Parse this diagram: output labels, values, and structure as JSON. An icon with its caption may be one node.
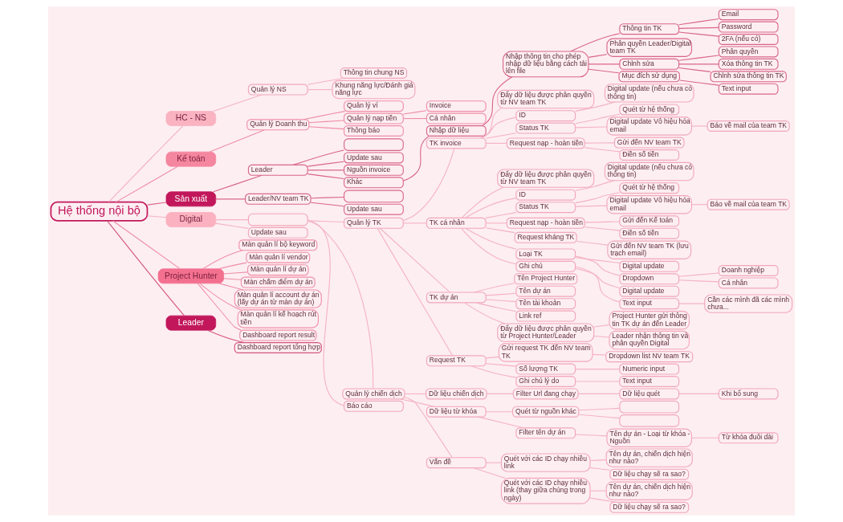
{
  "diagram": {
    "nodes": [
      {
        "text": [
          "Hệ thống nội bộ"
        ]
      },
      {
        "text": [
          "HC - NS"
        ]
      },
      {
        "text": [
          "Quản lý NS"
        ]
      },
      {
        "text": [
          "Thông tin chung NS"
        ]
      },
      {
        "text": [
          "Khung năng lực/Đánh giá năng lực"
        ]
      },
      {
        "text": [
          "Kế toán"
        ]
      },
      {
        "text": [
          "Quản lý Doanh thu"
        ]
      },
      {
        "text": [
          "Quản lý ví"
        ]
      },
      {
        "text": [
          "Quản lý nạp tiền"
        ]
      },
      {
        "text": [
          "Invoice"
        ]
      },
      {
        "text": [
          "Cá nhân"
        ]
      },
      {
        "text": [
          "Thông báo"
        ]
      },
      {
        "text": [
          "Sản xuất"
        ]
      },
      {
        "text": [
          "Leader"
        ]
      },
      {
        "text": [],
        "shape": "box"
      },
      {
        "text": [
          "Update sau"
        ]
      },
      {
        "text": [
          "Nguồn invoice"
        ]
      },
      {
        "text": [
          "Khác"
        ]
      },
      {
        "text": [
          "Nhập dữ liệu"
        ]
      },
      {
        "text": [
          "Nhập thông tin cho phép nhập dữ liệu bằng cách tải lên file"
        ]
      },
      {
        "text": [
          "Thông tin TK"
        ]
      },
      {
        "text": [
          "Email"
        ]
      },
      {
        "text": [
          "Password"
        ]
      },
      {
        "text": [
          "2FA (nếu có)"
        ]
      },
      {
        "text": [
          "Phân quyền Leader/Digital team TK"
        ]
      },
      {
        "text": [
          "Chỉnh sửa"
        ]
      },
      {
        "text": [
          "Phân quyền"
        ]
      },
      {
        "text": [
          "Xóa thông tin TK"
        ]
      },
      {
        "text": [
          "Chỉnh sửa thông tin TK"
        ]
      },
      {
        "text": [
          "Mục đích sử dụng"
        ]
      },
      {
        "text": [
          "Text input"
        ]
      },
      {
        "text": [
          "Leader/NV team TK"
        ]
      },
      {
        "text": [],
        "shape": "box"
      },
      {
        "text": [
          "Update sau"
        ]
      },
      {
        "text": [
          "Digital"
        ]
      },
      {
        "text": [],
        "shape": "box"
      },
      {
        "text": [
          "Quản lý TK"
        ]
      },
      {
        "text": [
          "TK invoice"
        ]
      },
      {
        "text": [
          "Đẩy dữ liệu được phân quyền từ NV team TK"
        ]
      },
      {
        "text": [
          "ID"
        ]
      },
      {
        "text": [
          "Digital update (nếu chưa có thông tin)"
        ]
      },
      {
        "text": [
          "Status TK"
        ]
      },
      {
        "text": [
          "Quét từ hệ thống"
        ]
      },
      {
        "text": [
          "Digital update Vô hiệu hóa email"
        ]
      },
      {
        "text": [
          "Báo về mail của team TK"
        ]
      },
      {
        "text": [
          "Request nạp - hoàn tiền"
        ]
      },
      {
        "text": [
          "Gửi đến NV team TK"
        ]
      },
      {
        "text": [
          "Điền số tiền"
        ]
      },
      {
        "text": [
          "TK cá nhân"
        ]
      },
      {
        "text": [
          "Đẩy dữ liệu được phân quyền từ NV team TK"
        ]
      },
      {
        "text": [
          "ID"
        ]
      },
      {
        "text": [
          "Digital update (nếu chưa có thông tin)"
        ]
      },
      {
        "text": [
          "Status TK"
        ]
      },
      {
        "text": [
          "Quét từ hệ thống"
        ]
      },
      {
        "text": [
          "Digital update Vô hiệu hóa email"
        ]
      },
      {
        "text": [
          "Báo về mail của team TK"
        ]
      },
      {
        "text": [
          "Request nạp - hoàn tiền"
        ]
      },
      {
        "text": [
          "Gửi đến Kế toán"
        ]
      },
      {
        "text": [
          "Điền số tiền"
        ]
      },
      {
        "text": [
          "Request kháng TK"
        ]
      },
      {
        "text": [
          "Gửi đến NV team TK (lưu trạch email)"
        ]
      },
      {
        "text": [
          "Loại TK"
        ]
      },
      {
        "text": [
          "Digital update"
        ]
      },
      {
        "text": [
          "Dropdown"
        ]
      },
      {
        "text": [
          "Doanh nghiệp"
        ]
      },
      {
        "text": [
          "Cá nhân"
        ]
      },
      {
        "text": [
          "Ghi chú"
        ]
      },
      {
        "text": [
          "Digital update"
        ]
      },
      {
        "text": [
          "Text input"
        ]
      },
      {
        "text": [
          "Cần các mình đã các mình chưa..."
        ]
      },
      {
        "text": [
          "TK dự án"
        ]
      },
      {
        "text": [
          "Tên Project Hunter"
        ]
      },
      {
        "text": [
          "Tên dự án"
        ]
      },
      {
        "text": [
          "Tên tài khoản"
        ]
      },
      {
        "text": [
          "Link ref"
        ]
      },
      {
        "text": [
          "Đẩy dữ liệu được phân quyền từ Project Hunter/Leader"
        ]
      },
      {
        "text": [
          "Project Hunter gửi thông tin TK dự án đến Leader"
        ]
      },
      {
        "text": [
          "Leader nhận thông tin và phân quyền Digital"
        ]
      },
      {
        "text": [
          "Request TK"
        ]
      },
      {
        "text": [
          "Gửi request TK đến NV team TK"
        ]
      },
      {
        "text": [
          "Dropdown list NV team TK"
        ]
      },
      {
        "text": [
          "Số lượng TK"
        ]
      },
      {
        "text": [
          "Numeric input"
        ]
      },
      {
        "text": [
          "Ghi chú lý do"
        ]
      },
      {
        "text": [
          "Text input"
        ]
      },
      {
        "text": [
          "Quản lý chiến dịch"
        ]
      },
      {
        "text": [
          "Dữ liệu chiến dịch"
        ]
      },
      {
        "text": [
          "Filter Url đang chạy"
        ]
      },
      {
        "text": [
          "Dữ liệu quét"
        ]
      },
      {
        "text": [
          "Khi bổ sung"
        ]
      },
      {
        "text": [
          "Dữ liệu từ khóa"
        ]
      },
      {
        "text": [
          "Quét từ nguồn khác"
        ]
      },
      {
        "text": [],
        "shape": "box"
      },
      {
        "text": [],
        "shape": "box"
      },
      {
        "text": [
          "Filter tên dự án"
        ]
      },
      {
        "text": [
          "Tên dự án - Loại từ khóa - Nguồn"
        ]
      },
      {
        "text": [
          "Từ khóa đuôi dài"
        ]
      },
      {
        "text": [
          "Vấn đề"
        ]
      },
      {
        "text": [
          "Quét với các ID chạy nhiều link"
        ]
      },
      {
        "text": [
          "Tên dự án, chiến dịch hiện như nào?"
        ]
      },
      {
        "text": [
          "Dữ liệu chạy sẽ ra sao?"
        ]
      },
      {
        "text": [
          "Quét với các ID chạy nhiều link (thay giữa chúng trong ngày)"
        ]
      },
      {
        "text": [
          "Tên dự án, chiến dịch hiện như nào?"
        ]
      },
      {
        "text": [
          "Dữ liệu chạy sẽ ra sao?"
        ]
      },
      {
        "text": [
          "Báo cáo"
        ]
      },
      {
        "text": [
          "Update sau"
        ]
      },
      {
        "text": [
          "Project Hunter"
        ]
      },
      {
        "text": [
          "Màn quản lí bộ keyword"
        ]
      },
      {
        "text": [
          "Màn quản lí vendor"
        ]
      },
      {
        "text": [
          "Màn quản lí dự án"
        ]
      },
      {
        "text": [
          "Màn chấm điểm dự án"
        ]
      },
      {
        "text": [
          "Màn quản lí account dự án (lấy dự án từ màn dự án)"
        ]
      },
      {
        "text": [
          "Màn quản lí kế hoạch rút tiền"
        ]
      },
      {
        "text": [
          "Dashboard report result"
        ]
      },
      {
        "text": [
          "Leader"
        ]
      },
      {
        "text": [
          "Dashboard report tổng hợp"
        ]
      }
    ],
    "edges": [
      {
        "from": 0,
        "to": 1,
        "arrow": "none"
      },
      {
        "from": 1,
        "to": 2,
        "arrow": "none"
      },
      {
        "from": 2,
        "to": 3,
        "arrow": "none"
      },
      {
        "from": 2,
        "to": 4,
        "arrow": "none"
      },
      {
        "from": 0,
        "to": 5,
        "arrow": "none",
        "color": "#ef8fa7"
      },
      {
        "from": 5,
        "to": 6,
        "arrow": "none",
        "color": "#ef8fa7"
      },
      {
        "from": 6,
        "to": 7,
        "arrow": "none",
        "color": "#ef8fa7"
      },
      {
        "from": 6,
        "to": 8,
        "arrow": "none",
        "color": "#ef8fa7"
      },
      {
        "from": 8,
        "to": 9,
        "arrow": "none",
        "color": "#ef8fa7"
      },
      {
        "from": 8,
        "to": 10,
        "arrow": "none",
        "color": "#ef8fa7"
      },
      {
        "from": 6,
        "to": 11,
        "arrow": "none",
        "color": "#ef8fa7"
      },
      {
        "from": 0,
        "to": 12,
        "arrow": "none",
        "color": "#d9668a"
      },
      {
        "from": 12,
        "to": 13,
        "arrow": "none",
        "color": "#d9668a"
      },
      {
        "from": 13,
        "to": 14,
        "arrow": "none",
        "color": "#d9668a"
      },
      {
        "from": 13,
        "to": 15,
        "arrow": "none",
        "color": "#d9668a"
      },
      {
        "from": 13,
        "to": 16,
        "arrow": "none",
        "color": "#d9668a"
      },
      {
        "from": 13,
        "to": 17,
        "arrow": "none",
        "color": "#d9668a"
      },
      {
        "from": 17,
        "to": 18,
        "arrow": "none",
        "color": "#d9668a"
      },
      {
        "from": 18,
        "to": 19,
        "arrow": "none",
        "color": "#d9668a"
      },
      {
        "from": 19,
        "to": 20,
        "arrow": "none",
        "color": "#d9668a"
      },
      {
        "from": 20,
        "to": 21,
        "arrow": "none",
        "color": "#d9668a"
      },
      {
        "from": 20,
        "to": 22,
        "arrow": "none",
        "color": "#d9668a"
      },
      {
        "from": 20,
        "to": 23,
        "arrow": "none",
        "color": "#d9668a"
      },
      {
        "from": 19,
        "to": 24,
        "arrow": "none",
        "color": "#d9668a"
      },
      {
        "from": 19,
        "to": 25,
        "arrow": "none",
        "color": "#d9668a"
      },
      {
        "from": 25,
        "to": 26,
        "arrow": "none",
        "color": "#d9668a"
      },
      {
        "from": 25,
        "to": 27,
        "arrow": "none",
        "color": "#d9668a"
      },
      {
        "from": 25,
        "to": 28,
        "arrow": "none",
        "color": "#d9668a"
      },
      {
        "from": 19,
        "to": 29,
        "arrow": "none",
        "color": "#d9668a"
      },
      {
        "from": 29,
        "to": 30,
        "arrow": "none",
        "color": "#d9668a"
      },
      {
        "from": 12,
        "to": 31,
        "arrow": "none",
        "color": "#d9668a"
      },
      {
        "from": 31,
        "to": 32,
        "arrow": "none",
        "color": "#d9668a"
      },
      {
        "from": 31,
        "to": 33,
        "arrow": "none",
        "color": "#d9668a"
      },
      {
        "from": 0,
        "to": 34,
        "arrow": "none"
      },
      {
        "from": 34,
        "to": 35,
        "arrow": "none"
      },
      {
        "from": 35,
        "to": 36,
        "arrow": "none"
      },
      {
        "from": 36,
        "to": 37,
        "arrow": "none"
      },
      {
        "from": 37,
        "to": 38,
        "arrow": "none"
      },
      {
        "from": 37,
        "to": 39,
        "arrow": "none"
      },
      {
        "from": 39,
        "to": 40,
        "arrow": "none"
      },
      {
        "from": 37,
        "to": 41,
        "arrow": "none"
      },
      {
        "from": 41,
        "to": 42,
        "arrow": "none"
      },
      {
        "from": 41,
        "to": 43,
        "arrow": "none"
      },
      {
        "from": 43,
        "to": 44,
        "arrow": "none"
      },
      {
        "from": 37,
        "to": 45,
        "arrow": "none"
      },
      {
        "from": 45,
        "to": 46,
        "arrow": "none"
      },
      {
        "from": 45,
        "to": 47,
        "arrow": "none"
      },
      {
        "from": 36,
        "to": 48,
        "arrow": "none"
      },
      {
        "from": 48,
        "to": 49,
        "arrow": "none"
      },
      {
        "from": 48,
        "to": 50,
        "arrow": "none"
      },
      {
        "from": 50,
        "to": 51,
        "arrow": "none"
      },
      {
        "from": 48,
        "to": 52,
        "arrow": "none"
      },
      {
        "from": 52,
        "to": 53,
        "arrow": "none"
      },
      {
        "from": 52,
        "to": 54,
        "arrow": "none"
      },
      {
        "from": 54,
        "to": 55,
        "arrow": "none"
      },
      {
        "from": 48,
        "to": 56,
        "arrow": "none"
      },
      {
        "from": 56,
        "to": 57,
        "arrow": "none"
      },
      {
        "from": 56,
        "to": 58,
        "arrow": "none"
      },
      {
        "from": 48,
        "to": 59,
        "arrow": "none"
      },
      {
        "from": 59,
        "to": 60,
        "arrow": "none"
      },
      {
        "from": 48,
        "to": 61,
        "arrow": "none"
      },
      {
        "from": 61,
        "to": 62,
        "arrow": "none"
      },
      {
        "from": 61,
        "to": 63,
        "arrow": "none"
      },
      {
        "from": 63,
        "to": 64,
        "arrow": "none"
      },
      {
        "from": 63,
        "to": 65,
        "arrow": "none"
      },
      {
        "from": 48,
        "to": 66,
        "arrow": "none"
      },
      {
        "from": 66,
        "to": 67,
        "arrow": "none"
      },
      {
        "from": 66,
        "to": 68,
        "arrow": "none"
      },
      {
        "from": 68,
        "to": 69,
        "arrow": "none"
      },
      {
        "from": 36,
        "to": 70,
        "arrow": "none"
      },
      {
        "from": 70,
        "to": 71,
        "arrow": "none"
      },
      {
        "from": 70,
        "to": 72,
        "arrow": "none"
      },
      {
        "from": 70,
        "to": 73,
        "arrow": "none"
      },
      {
        "from": 70,
        "to": 74,
        "arrow": "none"
      },
      {
        "from": 70,
        "to": 75,
        "arrow": "none"
      },
      {
        "from": 75,
        "to": 76,
        "arrow": "none"
      },
      {
        "from": 75,
        "to": 77,
        "arrow": "none"
      },
      {
        "from": 36,
        "to": 78,
        "arrow": "none"
      },
      {
        "from": 78,
        "to": 79,
        "arrow": "none"
      },
      {
        "from": 79,
        "to": 80,
        "arrow": "none"
      },
      {
        "from": 78,
        "to": 81,
        "arrow": "none"
      },
      {
        "from": 81,
        "to": 82,
        "arrow": "none"
      },
      {
        "from": 78,
        "to": 83,
        "arrow": "none"
      },
      {
        "from": 83,
        "to": 84,
        "arrow": "none"
      },
      {
        "from": 35,
        "to": 85,
        "arrow": "none"
      },
      {
        "from": 85,
        "to": 86,
        "arrow": "none"
      },
      {
        "from": 86,
        "to": 87,
        "arrow": "none"
      },
      {
        "from": 87,
        "to": 88,
        "arrow": "none"
      },
      {
        "from": 88,
        "to": 89,
        "arrow": "none"
      },
      {
        "from": 85,
        "to": 90,
        "arrow": "none"
      },
      {
        "from": 90,
        "to": 91,
        "arrow": "none"
      },
      {
        "from": 91,
        "to": 92,
        "arrow": "none"
      },
      {
        "from": 91,
        "to": 93,
        "arrow": "none"
      },
      {
        "from": 90,
        "to": 94,
        "arrow": "none"
      },
      {
        "from": 94,
        "to": 95,
        "arrow": "none"
      },
      {
        "from": 95,
        "to": 96,
        "arrow": "none"
      },
      {
        "from": 85,
        "to": 97,
        "arrow": "none"
      },
      {
        "from": 97,
        "to": 98,
        "arrow": "none"
      },
      {
        "from": 98,
        "to": 99,
        "arrow": "none"
      },
      {
        "from": 98,
        "to": 100,
        "arrow": "none"
      },
      {
        "from": 97,
        "to": 101,
        "arrow": "none"
      },
      {
        "from": 101,
        "to": 102,
        "arrow": "none"
      },
      {
        "from": 101,
        "to": 103,
        "arrow": "none"
      },
      {
        "from": 35,
        "to": 104,
        "arrow": "none"
      },
      {
        "from": 34,
        "to": 105,
        "arrow": "none"
      },
      {
        "from": 0,
        "to": 106,
        "arrow": "none",
        "color": "#ef8fa7"
      },
      {
        "from": 106,
        "to": 107,
        "arrow": "none",
        "color": "#ef8fa7"
      },
      {
        "from": 106,
        "to": 108,
        "arrow": "none",
        "color": "#ef8fa7"
      },
      {
        "from": 106,
        "to": 109,
        "arrow": "none",
        "color": "#ef8fa7"
      },
      {
        "from": 106,
        "to": 110,
        "arrow": "none",
        "color": "#ef8fa7"
      },
      {
        "from": 106,
        "to": 111,
        "arrow": "none",
        "color": "#ef8fa7"
      },
      {
        "from": 106,
        "to": 112,
        "arrow": "none",
        "color": "#ef8fa7"
      },
      {
        "from": 106,
        "to": 113,
        "arrow": "none",
        "color": "#ef8fa7"
      },
      {
        "from": 0,
        "to": 114,
        "arrow": "none",
        "color": "#d4567c"
      },
      {
        "from": 114,
        "to": 115,
        "arrow": "none",
        "color": "#d4567c"
      }
    ]
  }
}
